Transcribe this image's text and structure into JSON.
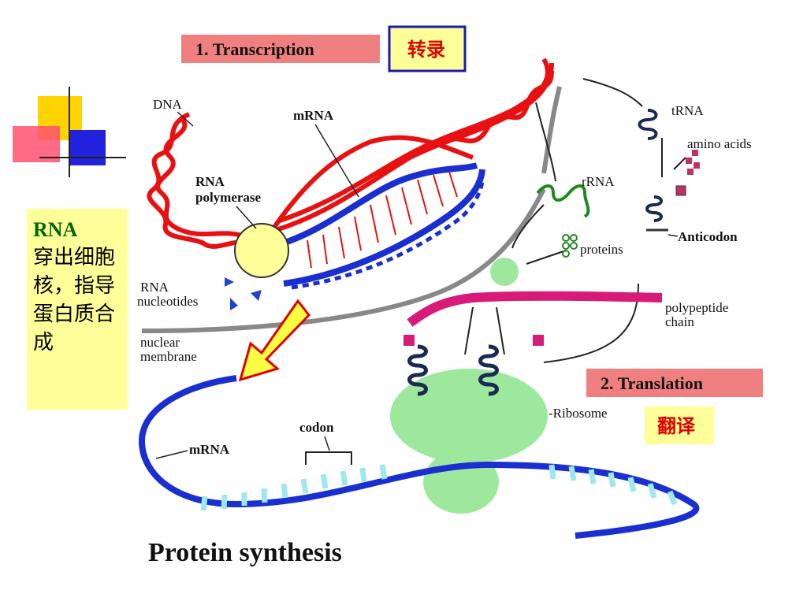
{
  "title": "Protein synthesis",
  "steps": {
    "transcription": {
      "label": "1. Transcription",
      "cn": "转录"
    },
    "translation": {
      "label": "2. Translation",
      "cn": "翻译"
    }
  },
  "labels": {
    "dna": "DNA",
    "mrna_top": "mRNA",
    "rna_polymerase_1": "RNA",
    "rna_polymerase_2": "polymerase",
    "rna_nucleotides_1": "RNA",
    "rna_nucleotides_2": "nucleotides",
    "nuclear_membrane_1": "nuclear",
    "nuclear_membrane_2": "membrane",
    "trna": "tRNA",
    "amino_acids": "amino acids",
    "rrna": "rRNA",
    "proteins": "proteins",
    "anticodon": "Anticodon",
    "polypeptide_1": "polypeptide",
    "polypeptide_2": "chain",
    "ribosome": "-Ribosome",
    "codon": "codon",
    "mrna_bottom": "mRNA"
  },
  "side_note": {
    "line1": "RNA",
    "rest": "穿出细胞核，指导蛋白质合成"
  },
  "colors": {
    "dna": "#e81010",
    "mrna": "#1a2fd0",
    "trna": "#1a2a55",
    "rrna": "#1e8a1e",
    "ribosome": "#9ee89e",
    "polymerase": "#ffff99",
    "step_box": "#f08080",
    "cn_box": "#ffff99",
    "polypeptide": "#d81a78",
    "arrow": "#ffff44"
  }
}
